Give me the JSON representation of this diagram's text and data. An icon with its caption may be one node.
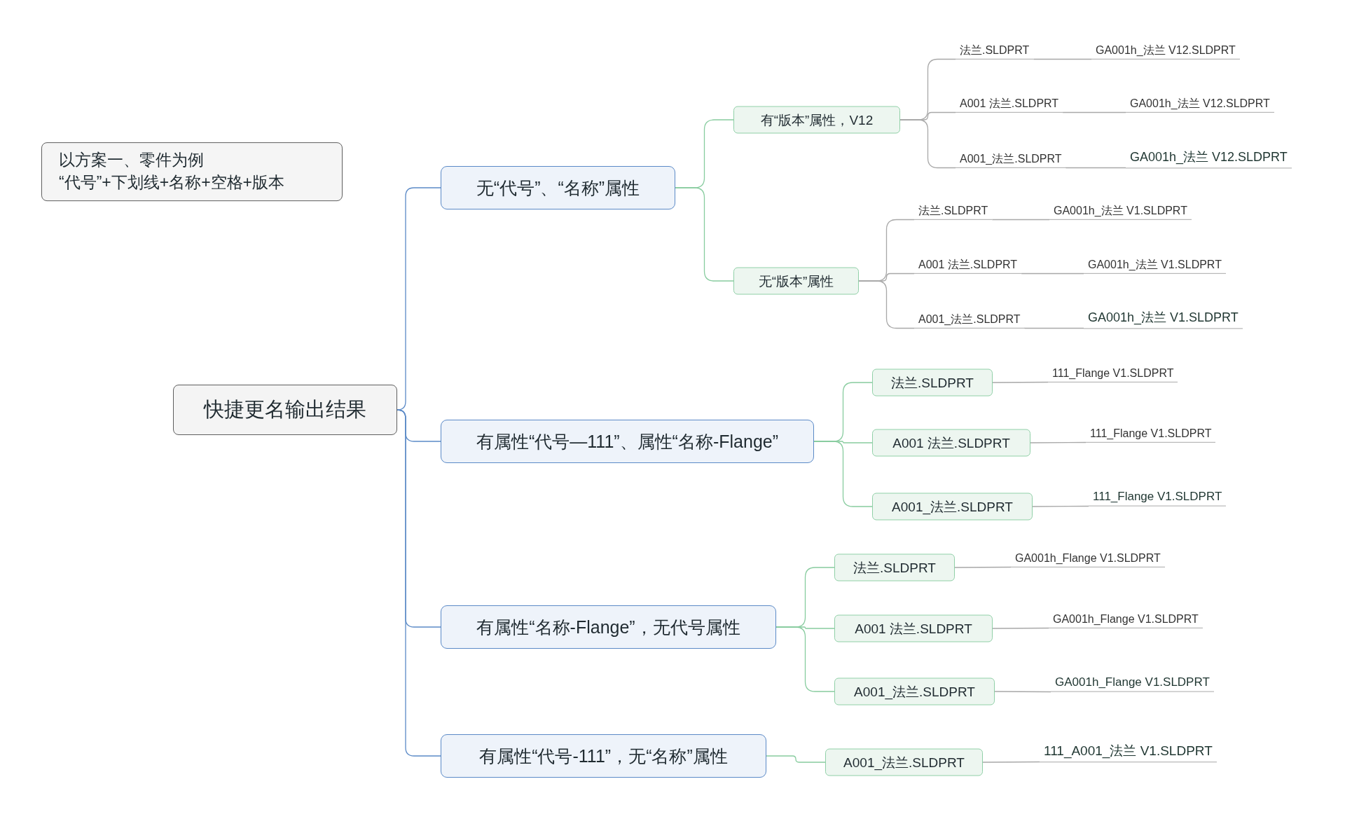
{
  "diagram": {
    "nodes": [
      {
        "text": [
          "以方案一、零件为例",
          "“代号”+下划线+名称+空格+版本"
        ]
      },
      {
        "text": [
          "快捷更名输出结果"
        ]
      },
      {
        "text": [
          "无“代号”、“名称”属性"
        ]
      },
      {
        "text": [
          "有“版本”属性，V12"
        ]
      },
      {
        "text": [
          "法兰.SLDPRT"
        ]
      },
      {
        "text": [
          "GA001h_法兰 V12.SLDPRT"
        ]
      },
      {
        "text": [
          "A001 法兰.SLDPRT"
        ]
      },
      {
        "text": [
          "GA001h_法兰 V12.SLDPRT"
        ]
      },
      {
        "text": [
          "A001_法兰.SLDPRT"
        ]
      },
      {
        "text": [
          "GA001h_法兰 V12.SLDPRT"
        ]
      },
      {
        "text": [
          "无“版本”属性"
        ]
      },
      {
        "text": [
          "法兰.SLDPRT"
        ]
      },
      {
        "text": [
          "GA001h_法兰 V1.SLDPRT"
        ]
      },
      {
        "text": [
          "A001 法兰.SLDPRT"
        ]
      },
      {
        "text": [
          "GA001h_法兰 V1.SLDPRT"
        ]
      },
      {
        "text": [
          "A001_法兰.SLDPRT"
        ]
      },
      {
        "text": [
          "GA001h_法兰 V1.SLDPRT"
        ]
      },
      {
        "text": [
          "有属性“代号—111”、属性“名称-Flange”"
        ]
      },
      {
        "text": [
          "法兰.SLDPRT"
        ]
      },
      {
        "text": [
          "111_Flange V1.SLDPRT"
        ]
      },
      {
        "text": [
          "A001 法兰.SLDPRT"
        ]
      },
      {
        "text": [
          "111_Flange V1.SLDPRT"
        ]
      },
      {
        "text": [
          "A001_法兰.SLDPRT"
        ]
      },
      {
        "text": [
          "111_Flange V1.SLDPRT"
        ]
      },
      {
        "text": [
          "有属性“名称-Flange”，无代号属性"
        ]
      },
      {
        "text": [
          "法兰.SLDPRT"
        ]
      },
      {
        "text": [
          "GA001h_Flange V1.SLDPRT"
        ]
      },
      {
        "text": [
          "A001 法兰.SLDPRT"
        ]
      },
      {
        "text": [
          "GA001h_Flange V1.SLDPRT"
        ]
      },
      {
        "text": [
          "A001_法兰.SLDPRT"
        ]
      },
      {
        "text": [
          "GA001h_Flange V1.SLDPRT"
        ]
      },
      {
        "text": [
          "有属性“代号-111”，无“名称”属性"
        ]
      },
      {
        "text": [
          "A001_法兰.SLDPRT"
        ]
      },
      {
        "text": [
          "111_A001_法兰 V1.SLDPRT"
        ]
      }
    ],
    "edges": [
      {
        "from": 1,
        "to": 2,
        "arrow": "none",
        "color": "#5b8ac7"
      },
      {
        "from": 1,
        "to": 17,
        "arrow": "none",
        "color": "#5b8ac7"
      },
      {
        "from": 1,
        "to": 24,
        "arrow": "none",
        "color": "#5b8ac7"
      },
      {
        "from": 1,
        "to": 31,
        "arrow": "none",
        "color": "#5b8ac7"
      },
      {
        "from": 2,
        "to": 3,
        "arrow": "none",
        "color": "#88cc9f"
      },
      {
        "from": 2,
        "to": 10,
        "arrow": "none",
        "color": "#88cc9f"
      },
      {
        "from": 3,
        "to": 4,
        "arrow": "none"
      },
      {
        "from": 3,
        "to": 6,
        "arrow": "none"
      },
      {
        "from": 3,
        "to": 8,
        "arrow": "none"
      },
      {
        "from": 4,
        "to": 5,
        "arrow": "none"
      },
      {
        "from": 6,
        "to": 7,
        "arrow": "none"
      },
      {
        "from": 8,
        "to": 9,
        "arrow": "none"
      },
      {
        "from": 10,
        "to": 11,
        "arrow": "none"
      },
      {
        "from": 10,
        "to": 13,
        "arrow": "none"
      },
      {
        "from": 10,
        "to": 15,
        "arrow": "none"
      },
      {
        "from": 11,
        "to": 12,
        "arrow": "none"
      },
      {
        "from": 13,
        "to": 14,
        "arrow": "none"
      },
      {
        "from": 15,
        "to": 16,
        "arrow": "none"
      },
      {
        "from": 17,
        "to": 18,
        "arrow": "none",
        "color": "#88cc9f"
      },
      {
        "from": 17,
        "to": 20,
        "arrow": "none",
        "color": "#88cc9f"
      },
      {
        "from": 17,
        "to": 22,
        "arrow": "none",
        "color": "#88cc9f"
      },
      {
        "from": 18,
        "to": 19,
        "arrow": "none"
      },
      {
        "from": 20,
        "to": 21,
        "arrow": "none"
      },
      {
        "from": 22,
        "to": 23,
        "arrow": "none"
      },
      {
        "from": 24,
        "to": 25,
        "arrow": "none",
        "color": "#88cc9f"
      },
      {
        "from": 24,
        "to": 27,
        "arrow": "none",
        "color": "#88cc9f"
      },
      {
        "from": 24,
        "to": 29,
        "arrow": "none",
        "color": "#88cc9f"
      },
      {
        "from": 25,
        "to": 26,
        "arrow": "none"
      },
      {
        "from": 27,
        "to": 28,
        "arrow": "none"
      },
      {
        "from": 29,
        "to": 30,
        "arrow": "none"
      },
      {
        "from": 31,
        "to": 32,
        "arrow": "none",
        "color": "#88cc9f"
      },
      {
        "from": 32,
        "to": 33,
        "arrow": "none"
      }
    ]
  }
}
